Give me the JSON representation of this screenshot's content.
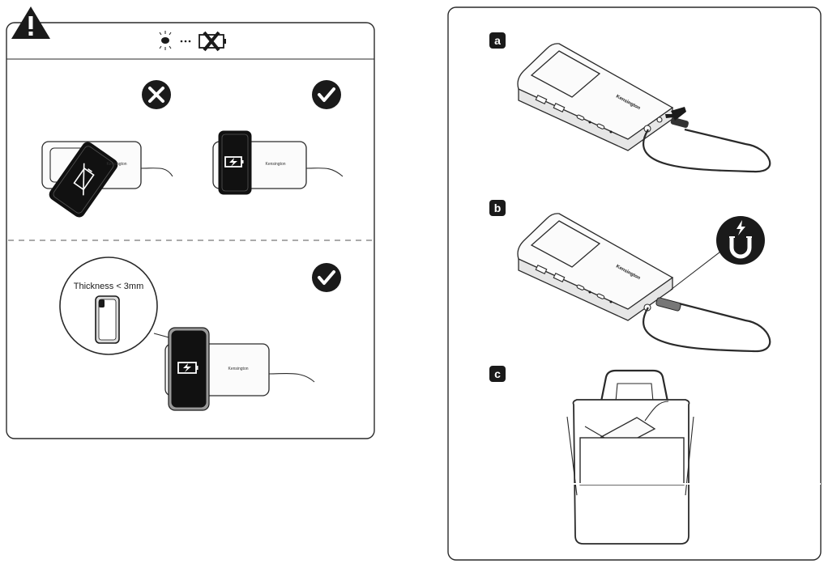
{
  "left_panel": {
    "thickness_label": "Thickness < 3mm",
    "brand_on_pad": "Kensington"
  },
  "right_panel": {
    "steps": [
      {
        "letter": "a"
      },
      {
        "letter": "b"
      },
      {
        "letter": "c"
      }
    ],
    "brand_on_dock": "Kensington"
  },
  "icons": {
    "warning": "warning-triangle-icon",
    "blinking_led": "blinking-led-icon",
    "battery_error": "battery-x-icon",
    "wrong": "x-circle-icon",
    "correct": "check-circle-icon",
    "charging": "charging-battery-icon",
    "magnet": "magnet-charge-icon"
  },
  "colors": {
    "ink": "#1a1a1a",
    "paper": "#ffffff"
  }
}
